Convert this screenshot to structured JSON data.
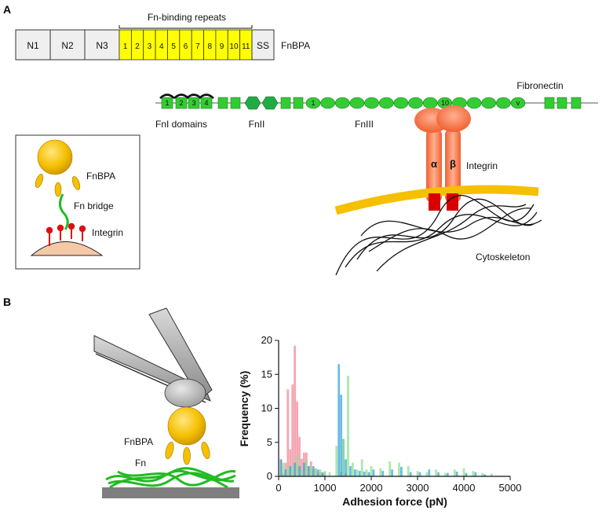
{
  "panel_a": {
    "letter": "A",
    "fnbpa_schematic": {
      "header": "Fn-binding repeats",
      "domains": [
        "N1",
        "N2",
        "N3"
      ],
      "repeats": [
        "1",
        "2",
        "3",
        "4",
        "5",
        "6",
        "7",
        "8",
        "9",
        "10",
        "11"
      ],
      "tail": "SS",
      "protein_label": "FnBPA",
      "repeat_color": "#ffff00"
    },
    "fibronectin": {
      "label": "Fibronectin",
      "fn1_domains_label": "FnI domains",
      "fn2_label": "FnII",
      "fn3_label": "FnIII",
      "fn1_numbers": [
        "1",
        "2",
        "3",
        "4"
      ],
      "fn3_marker_1": "1",
      "fn3_marker_10": "10",
      "v_marker": "v",
      "color": "#33cc33"
    },
    "integrin": {
      "alpha": "α",
      "beta": "β",
      "label": "Integrin",
      "color": "#f07040"
    },
    "cytoskeleton_label": "Cytoskeleton",
    "inset": {
      "fnbpa": "FnBPA",
      "fn_bridge": "Fn bridge",
      "integrin": "Integrin"
    }
  },
  "panel_b": {
    "letter": "B",
    "afm": {
      "fnbpa": "FnBPA",
      "fn": "Fn"
    }
  },
  "chart_data": {
    "type": "bar",
    "xlabel": "Adhesion force (pN)",
    "ylabel": "Frequency (%)",
    "xlim": [
      0,
      5000
    ],
    "ylim": [
      0,
      20
    ],
    "xticks": [
      "0",
      "1000",
      "2000",
      "3000",
      "4000",
      "5000"
    ],
    "yticks": [
      "0",
      "5",
      "10",
      "15",
      "20"
    ],
    "bin_width": 50,
    "series": [
      {
        "color": "#f28a9a",
        "x": [
          50,
          100,
          150,
          200,
          250,
          300,
          350,
          400,
          450,
          500,
          550,
          600,
          650,
          700,
          750,
          800,
          850,
          900,
          950,
          1000,
          1350,
          1450
        ],
        "y": [
          2.5,
          0.5,
          2,
          12.8,
          4,
          13.5,
          19.2,
          11,
          5.8,
          2.6,
          3.5,
          3.5,
          1.5,
          2.2,
          1,
          1.2,
          0.5,
          0.6,
          0.4,
          0.6,
          0.6,
          0.5
        ]
      },
      {
        "color": "#3aa6dd",
        "x": [
          50,
          150,
          250,
          350,
          450,
          550,
          650,
          750,
          850,
          950,
          1300,
          1350,
          1400,
          1450,
          1550,
          1650,
          1750,
          1850,
          1950,
          2050,
          2250,
          2450,
          2650,
          2850,
          3050,
          3250,
          3450,
          3650,
          3850,
          4050,
          4250,
          4450
        ],
        "y": [
          2.5,
          1,
          1.5,
          2,
          1.5,
          2,
          1.5,
          1.5,
          1,
          0.6,
          16.5,
          12,
          5.5,
          2.5,
          1.5,
          1,
          0.8,
          0.7,
          0.6,
          1,
          0.8,
          1,
          1.4,
          0.6,
          0.6,
          1,
          0.6,
          0.5,
          0.7,
          0.5,
          0.6,
          0.3
        ]
      },
      {
        "color": "#8fe08f",
        "x": [
          100,
          200,
          300,
          400,
          500,
          600,
          700,
          800,
          900,
          1000,
          1100,
          1250,
          1400,
          1500,
          1600,
          1700,
          1800,
          1900,
          2000,
          2200,
          2400,
          2600,
          2800,
          3000,
          3200,
          3400,
          3600,
          3800,
          4000,
          4200,
          4400,
          4600
        ],
        "y": [
          2,
          1.5,
          1.5,
          3,
          1,
          2.5,
          1.5,
          1.2,
          1,
          0.8,
          0.6,
          4.5,
          5.5,
          14.8,
          2,
          1,
          2.5,
          1,
          1.5,
          1.2,
          2.2,
          2,
          1.5,
          0.8,
          0.6,
          1,
          0.5,
          1,
          1.2,
          0.8,
          0.5,
          0.4
        ]
      }
    ]
  }
}
